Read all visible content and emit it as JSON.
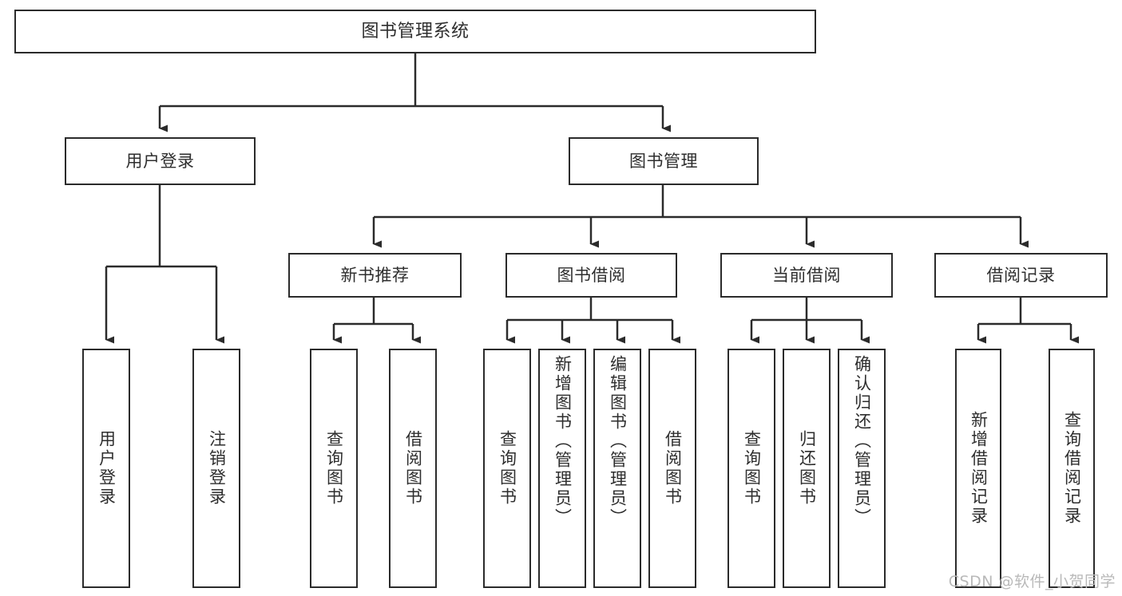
{
  "diagram": {
    "type": "tree-hierarchy",
    "title": "图书管理系统",
    "watermark": "CSDN @软件_小贺同学",
    "colors": {
      "background": "#ffffff",
      "box_border": "#2b2b2b",
      "box_fill": "#ffffff",
      "connector": "#2b2b2b",
      "text": "#2e2e2e",
      "watermark": "#b9b9b9"
    },
    "nodes": {
      "root": {
        "label": "图书管理系统"
      },
      "level1": [
        {
          "id": "user-login",
          "label": "用户登录"
        },
        {
          "id": "book-manage",
          "label": "图书管理"
        }
      ],
      "level2": [
        {
          "id": "new-book-recommend",
          "label": "新书推荐",
          "parent": "book-manage"
        },
        {
          "id": "book-borrow",
          "label": "图书借阅",
          "parent": "book-manage"
        },
        {
          "id": "current-borrow",
          "label": "当前借阅",
          "parent": "book-manage"
        },
        {
          "id": "borrow-record",
          "label": "借阅记录",
          "parent": "book-manage"
        }
      ],
      "leaves": [
        {
          "id": "leaf-user-login",
          "label": "用户登录",
          "parent": "user-login"
        },
        {
          "id": "leaf-logout",
          "label": "注销登录",
          "parent": "user-login"
        },
        {
          "id": "leaf-query-book-1",
          "label": "查询图书",
          "parent": "new-book-recommend"
        },
        {
          "id": "leaf-borrow-book-1",
          "label": "借阅图书",
          "parent": "new-book-recommend"
        },
        {
          "id": "leaf-query-book-2",
          "label": "查询图书",
          "parent": "book-borrow"
        },
        {
          "id": "leaf-add-book",
          "label": "新增图书（管理员）",
          "parent": "book-borrow"
        },
        {
          "id": "leaf-edit-book",
          "label": "编辑图书（管理员）",
          "parent": "book-borrow"
        },
        {
          "id": "leaf-borrow-book-2",
          "label": "借阅图书",
          "parent": "book-borrow"
        },
        {
          "id": "leaf-query-book-3",
          "label": "查询图书",
          "parent": "current-borrow"
        },
        {
          "id": "leaf-return-book",
          "label": "归还图书",
          "parent": "current-borrow"
        },
        {
          "id": "leaf-confirm-return",
          "label": "确认归还（管理员）",
          "parent": "current-borrow"
        },
        {
          "id": "leaf-add-record",
          "label": "新增借阅记录",
          "parent": "borrow-record"
        },
        {
          "id": "leaf-query-record",
          "label": "查询借阅记录",
          "parent": "borrow-record"
        }
      ]
    }
  }
}
